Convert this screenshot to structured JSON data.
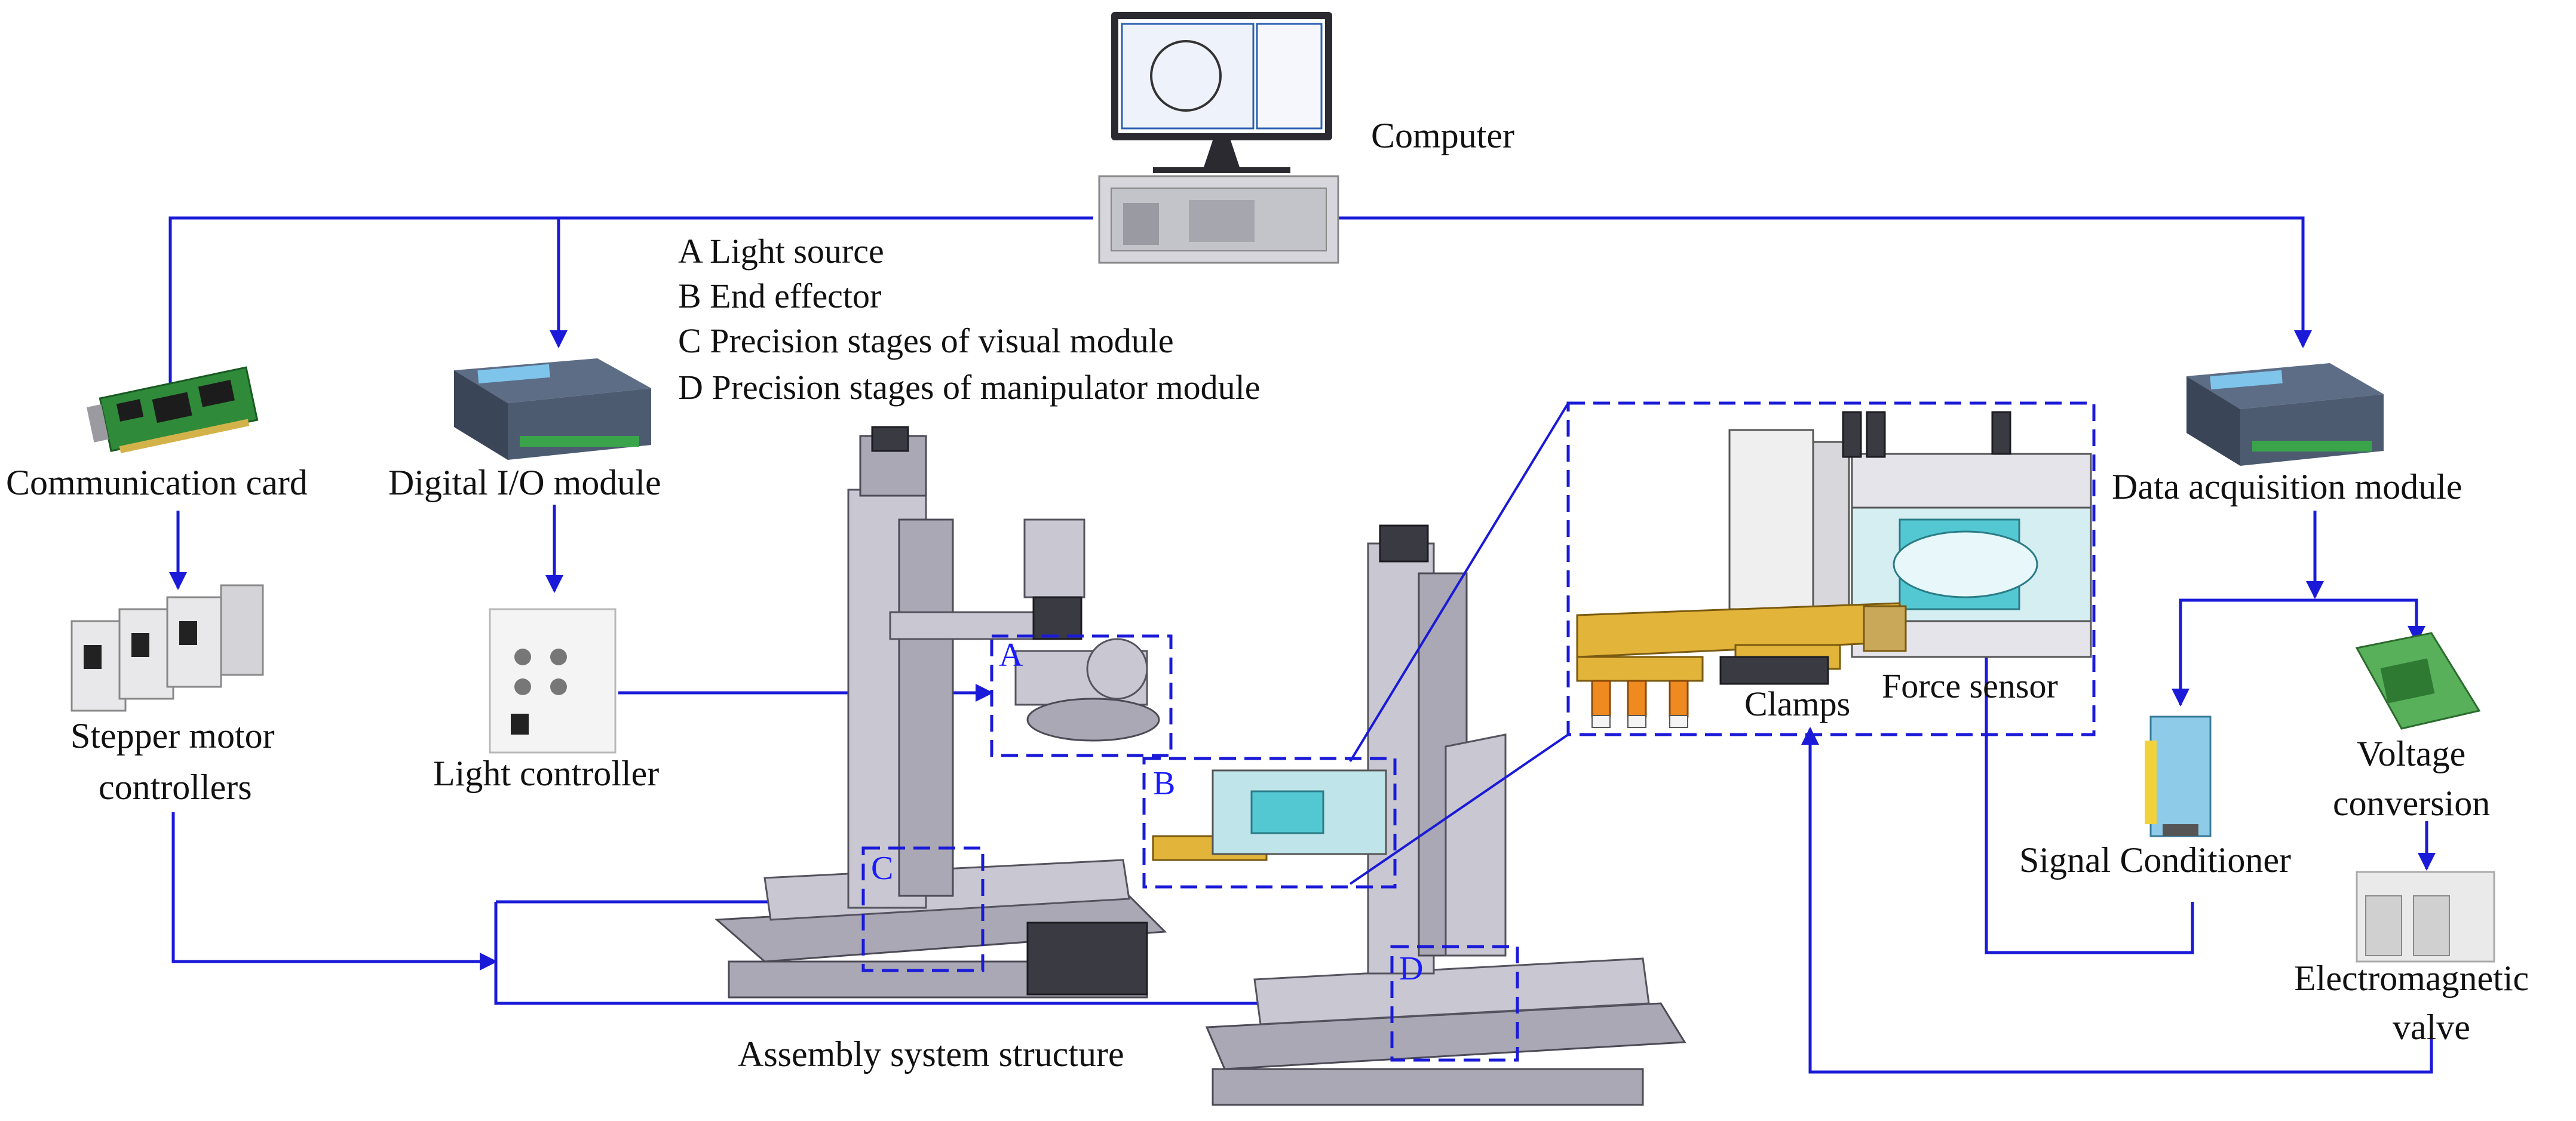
{
  "labels": {
    "computer": "Computer",
    "communication_card": "Communication card",
    "digital_io": "Digital I/O  module",
    "data_acquisition": "Data acquisition module",
    "stepper_line1": "Stepper motor",
    "stepper_line2": "controllers",
    "light_controller": "Light controller",
    "assembly_structure": "Assembly system structure",
    "clamps": "Clamps",
    "force_sensor": "Force sensor",
    "voltage_line1": "Voltage",
    "voltage_line2": "conversion",
    "signal_conditioner": "Signal Conditioner",
    "valve_line1": "Electromagnetic",
    "valve_line2": "valve"
  },
  "legend": [
    "A Light source",
    "B End effector",
    "C Precision stages of visual module",
    "D Precision stages of manipulator module"
  ],
  "markers": {
    "a": "A",
    "b": "B",
    "c": "C",
    "d": "D"
  },
  "colors": {
    "wire": "#1a1ad8",
    "marker_text": "#1a1aff",
    "text": "#111111"
  }
}
